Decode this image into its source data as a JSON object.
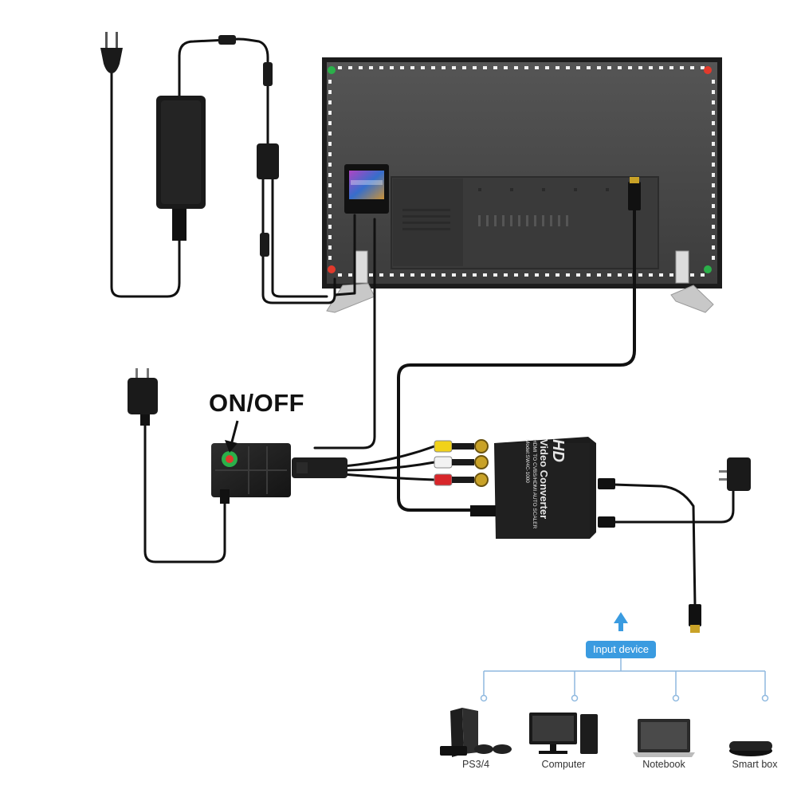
{
  "labels": {
    "on_off": "ON/OFF",
    "input_device": "Input device"
  },
  "devices": [
    {
      "name": "PS3/4",
      "icon": "game-console-icon"
    },
    {
      "name": "Computer",
      "icon": "desktop-computer-icon"
    },
    {
      "name": "Notebook",
      "icon": "laptop-icon"
    },
    {
      "name": "Smart box",
      "icon": "smart-box-icon"
    }
  ],
  "converter": {
    "logo": "HD",
    "title": "Video Converter",
    "subtitle": "HDMI TO CVBS/HDMI AUTO SCALER",
    "model": "Model:SW4C-1000"
  },
  "colors": {
    "accent_blue": "#3a9be0",
    "device_line": "#8fb9df",
    "cable": "#111111",
    "tv_back": "#4a4a4a",
    "tv_frame": "#2a2a2a",
    "led_on_green": "#2bb04a",
    "led_on_red": "#e23a2c",
    "rca_yellow": "#f1d21a",
    "rca_white": "#f2f2f2",
    "rca_red": "#d8262a"
  }
}
